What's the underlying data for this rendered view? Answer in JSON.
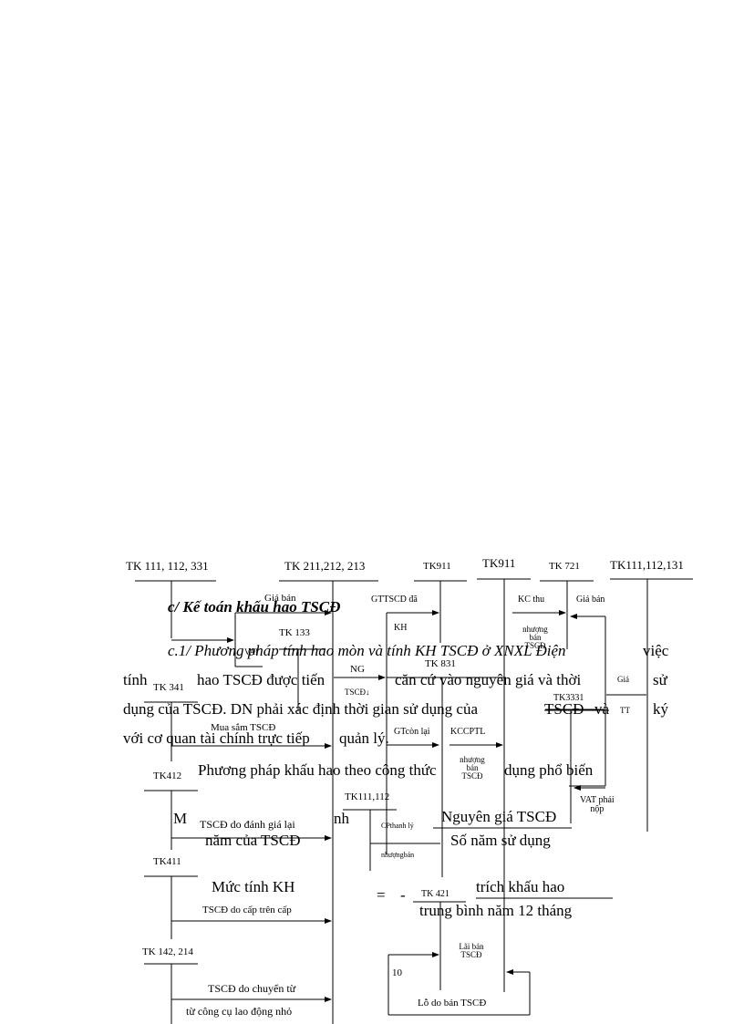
{
  "accounts": {
    "tk111_112_331": "TK 111, 112, 331",
    "tk211_212_213": "TK 211,212, 213",
    "tk911_a": "TK911",
    "tk911_b": "TK911",
    "tk721": "TK 721",
    "tk111_112_131": "TK111,112,131",
    "tk133": "TK 133",
    "tk341": "TK 341",
    "tk831": "TK 831",
    "tk3331": "TK3331",
    "tk412": "TK412",
    "tk111_112": "TK111,112",
    "tk411": "TK411",
    "tk421": "TK 421",
    "tk142_214": "TK 142, 214"
  },
  "flow_labels": {
    "gia_ban_1": "Giá bán",
    "vat": "VAT",
    "gttscd_da": "GTTSCD đã",
    "kh": "KH",
    "kc_thu": "KC thu",
    "gia_ban_2": "Giá bán",
    "nhuong_ban_tscd_1": [
      "nhượng",
      "bán",
      "TSCĐ"
    ],
    "ng": "NG",
    "tscd_down": "TSCĐ↓",
    "gia": "Giá",
    "tt": "TT",
    "mua_sam_tscd": "Mua sắm TSCĐ",
    "gt_con_lai": "GTcòn lại",
    "kccptl": "KCCPTL",
    "nhuong_ban_tscd_2": [
      "nhượng",
      "bán",
      "TSCĐ"
    ],
    "vat_phai_nop": [
      "VAT phải",
      "nộp"
    ],
    "tscd_do_danh_gia_lai": "TSCĐ do đánh giá lại",
    "cp_thanh_ly": "CPthanh lý",
    "nhuong_ban": "nhượngbán",
    "tscd_do_cap_tren_cap": "TSCĐ do cấp trên cấp",
    "lai_ban_tscd": [
      "Lãi bán",
      "TSCĐ"
    ],
    "number_10": "10",
    "tscd_do_chuyen_tu": "TSCĐ do chuyển từ",
    "tu_cong_cu_lao_dong_nho": "từ công cụ lao động nhỏ",
    "lo_do_ban_tscd": "Lỗ do bán TSCĐ"
  },
  "underlying_text": {
    "heading": "c/ Kế toán khấu hao TSCĐ",
    "sub_heading": "c.1/ Phương pháp tính hao mòn và tính KH TSCĐ ở XNXL Điện",
    "sub_heading_tail": "việc",
    "line1_a": "tính",
    "line1_b": "hao TSCĐ được tiến",
    "line1_c": "căn cứ vào nguyên giá và thời",
    "line1_d": "sử",
    "line2_a": "dụng của TSCĐ. DN phải xác định thời gian sử dụng của",
    "line2_b": "TSCĐ",
    "line2_c": "và",
    "line2_d": "ký",
    "line3_a": "với cơ quan tài chính trực tiếp",
    "line3_b": "quản lý.",
    "line4_a": "Phương pháp khấu hao theo công thức",
    "line4_b": "dụng phổ biến",
    "line5_a": "M",
    "line5_b": "nh",
    "line5_c": "năm của TSCĐ",
    "formula_num": "Nguyên giá TSCĐ",
    "formula_den": "Số năm sử dụng",
    "muc_tinh_kh": "Mức tính KH",
    "equals": "=",
    "dash": "-",
    "trich_khau_hao": "trích khấu hao",
    "trung_binh": "trung bình năm 12 tháng"
  }
}
